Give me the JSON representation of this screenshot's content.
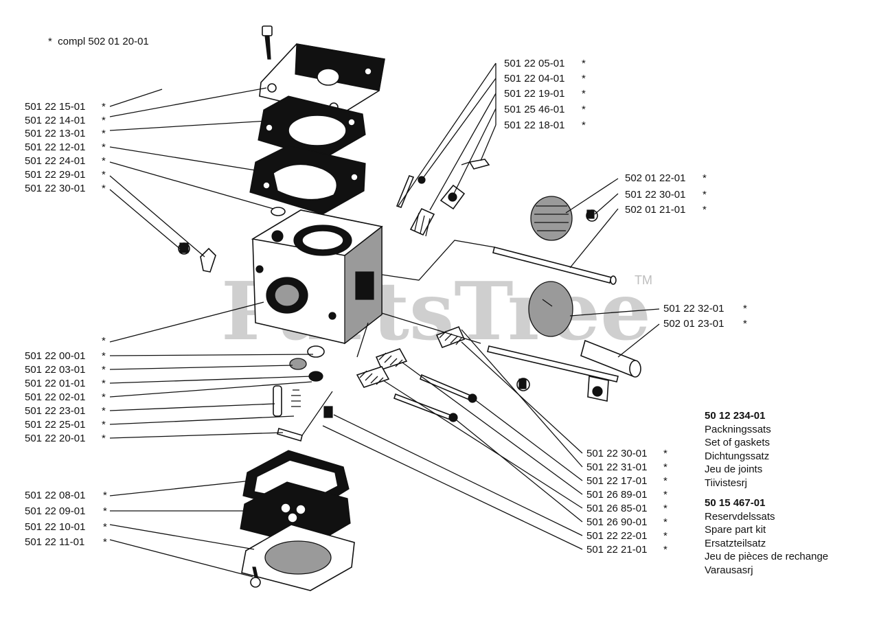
{
  "header": {
    "compl_note": "*  compl 502 01 20-01"
  },
  "watermark": {
    "text": "PartsTree",
    "trademark": "TM"
  },
  "star_mark": "*",
  "callouts_left": [
    {
      "id": "l1",
      "label": "501 22 15-01"
    },
    {
      "id": "l2",
      "label": "501 22 14-01"
    },
    {
      "id": "l3",
      "label": "501 22 13-01"
    },
    {
      "id": "l4",
      "label": "501 22 12-01"
    },
    {
      "id": "l5",
      "label": "501 22 24-01"
    },
    {
      "id": "l6",
      "label": "501 22 29-01"
    },
    {
      "id": "l7",
      "label": "501 22 30-01"
    },
    {
      "id": "l9",
      "label": "501 22 00-01"
    },
    {
      "id": "l10",
      "label": "501 22 03-01"
    },
    {
      "id": "l11",
      "label": "501 22 01-01"
    },
    {
      "id": "l12",
      "label": "501 22 02-01"
    },
    {
      "id": "l13",
      "label": "501 22 23-01"
    },
    {
      "id": "l14",
      "label": "501 22 25-01"
    },
    {
      "id": "l15",
      "label": "501 22 20-01"
    },
    {
      "id": "l16",
      "label": "501 22 08-01"
    },
    {
      "id": "l17",
      "label": "501 22 09-01"
    },
    {
      "id": "l18",
      "label": "501 22 10-01"
    },
    {
      "id": "l19",
      "label": "501 22 11-01"
    }
  ],
  "callouts_top": [
    {
      "id": "t1",
      "label": "501 22 05-01"
    },
    {
      "id": "t2",
      "label": "501 22 04-01"
    },
    {
      "id": "t3",
      "label": "501 22 19-01"
    },
    {
      "id": "t4",
      "label": "501 25 46-01"
    },
    {
      "id": "t5",
      "label": "501 22 18-01"
    }
  ],
  "callouts_right": [
    {
      "id": "r1",
      "label": "502 01 22-01"
    },
    {
      "id": "r2",
      "label": "501 22 30-01"
    },
    {
      "id": "r3",
      "label": "502 01 21-01"
    },
    {
      "id": "r4",
      "label": "501 22 32-01"
    },
    {
      "id": "r5",
      "label": "502 01 23-01"
    }
  ],
  "callouts_bottom_right": [
    {
      "id": "b1",
      "label": "501 22 30-01"
    },
    {
      "id": "b2",
      "label": "501 22 31-01"
    },
    {
      "id": "b3",
      "label": "501 22 17-01"
    },
    {
      "id": "b4",
      "label": "501 26 89-01"
    },
    {
      "id": "b5",
      "label": "501 26 85-01"
    },
    {
      "id": "b6",
      "label": "501 26 90-01"
    },
    {
      "id": "b7",
      "label": "501 22 22-01"
    },
    {
      "id": "b8",
      "label": "501 22 21-01"
    }
  ],
  "kits": [
    {
      "number": "50 12 234-01",
      "names": [
        "Packningssats",
        "Set of gaskets",
        "Dichtungssatz",
        "Jeu de joints",
        "Tiivistesrj"
      ]
    },
    {
      "number": "50 15 467-01",
      "names": [
        "Reservdelssats",
        "Spare part kit",
        "Ersatzteilsatz",
        "Jeu de pièces de rechange",
        "Varausasrj"
      ]
    }
  ]
}
